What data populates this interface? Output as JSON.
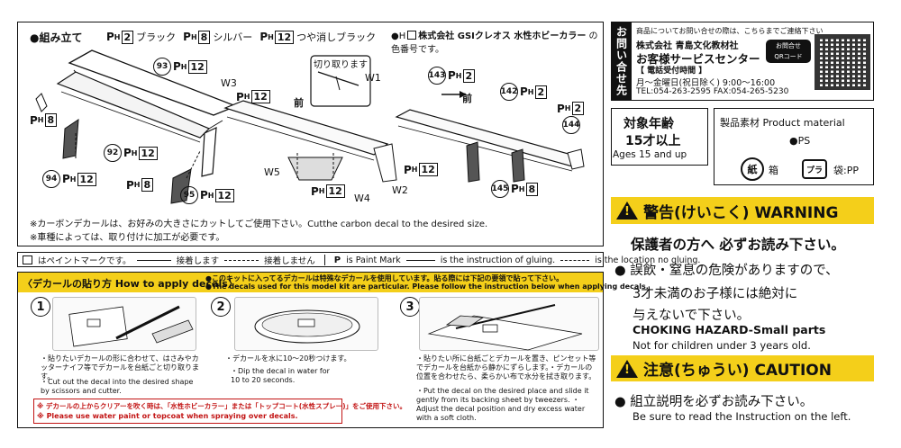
{
  "assembly": {
    "title": "●組み立て",
    "legend": [
      {
        "code": "2",
        "label": "ブラック"
      },
      {
        "code": "8",
        "label": "シルバー"
      },
      {
        "code": "12",
        "label": "つや消しブラック"
      }
    ],
    "paint_note_line1": "●H",
    "paint_note_brand": "株式会社 GSIクレオス 水性ホビーカラー",
    "paint_note_tail": "の",
    "paint_note_line2": "色番号です。",
    "cut_label": "切り取ります",
    "front_label": "前",
    "parts": {
      "p93": "93",
      "p92": "92",
      "p94": "94",
      "p95": "95",
      "p143": "143",
      "p142": "142",
      "p144": "144",
      "p145": "145"
    },
    "wing_labels": {
      "w1": "W1",
      "w2": "W2",
      "w3": "W3",
      "w4": "W4",
      "w5": "W5"
    },
    "carbon_note": "※カーボンデカールは、お好みの大きさにカットしてご使用下さい。Cutthe carbon decal to the desired size.",
    "vehicle_note": "※車種によっては、取り付けに加工が必要です。"
  },
  "paint_mark_bar": {
    "left_text": "はペイントマークです。",
    "glue_jp": "接着します",
    "noglue_jp": "接着しません",
    "en_prefix": "is Paint Mark",
    "en_glue": "is the instruction of gluing.",
    "en_noglue": "is the location no gluing."
  },
  "decal": {
    "title": "〈デカールの貼り方 How to apply decals〉",
    "note_jp": "●このキットに入ってるデカールは特殊なデカールを使用しています。貼る際には下記の要領で貼って下さい。",
    "note_en": "●The decals used for this model kit are particular. Please follow the instruction below when applying decals.",
    "steps": [
      {
        "num": "1",
        "jp": "・貼りたいデカールの形に合わせて、はさみやカッターナイフ等でデカールを台紙ごと切り取ります。",
        "en": "・Cut out the decal into the desired shape by scissors and cutter."
      },
      {
        "num": "2",
        "jp": "・デカールを水に10～20秒つけます。",
        "en": "・Dip the decal in water for 10 to 20 seconds."
      },
      {
        "num": "3",
        "jp": "・貼りたい所に台紙ごとデカールを置き、ピンセット等でデカールを台紙から静かにずらします。・デカールの位置を合わせたら、柔らかい布で水分を拭き取ります。",
        "en": "・Put the decal on the desired place and slide it gently from its backing sheet by tweezers. ・Adjust the decal position and dry excess water with a soft cloth."
      }
    ],
    "red_note_jp": "※ デカールの上からクリアーを吹く時は、「水性ホビーカラー」または「トップコート(水性スプレー)」をご使用下さい。",
    "red_note_en": "※ Please use water paint or topcoat when spraying over decals."
  },
  "contact": {
    "side_label": "お問い合せ先",
    "line1": "商品についてお問い合せの際は、こちらまでご連絡下さい",
    "company": "株式会社 青島文化教材社",
    "center": "お客様サービスセンター",
    "qr_label_1": "お問合せ",
    "qr_label_2": "QRコード",
    "hours_title": "【 電話受付時間 】",
    "hours": "月～金曜日(祝日除く) 9:00～16:00",
    "tel_fax": "TEL:054-263-2595 FAX:054-265-5230"
  },
  "age": {
    "title": "対象年齢",
    "value": "15才以上",
    "en": "Ages 15 and up"
  },
  "material": {
    "title": "製品素材 Product material",
    "value": "●PS",
    "box_label": "箱",
    "bag_label": "袋:PP",
    "paper_icon_text": "紙",
    "plastic_icon_text": "プラ"
  },
  "warning": {
    "header": "警告(けいこく) WARNING",
    "line1": "保護者の方へ 必ずお読み下さい。",
    "line2": "● 誤飲・窒息の危険がありますので、",
    "line3": "3才未満のお子様には絶対に",
    "line4": "与えないで下さい。",
    "en1": "CHOKING HAZARD-Small parts",
    "en2": "Not for children under 3 years old."
  },
  "caution": {
    "header": "注意(ちゅうい) CAUTION",
    "line1": "● 組立説明を必ずお読み下さい。",
    "en": "Be sure to read the Instruction on the left."
  },
  "colors": {
    "accent_yellow": "#f4cf1a",
    "note_red": "#c21414",
    "ink": "#111111"
  }
}
